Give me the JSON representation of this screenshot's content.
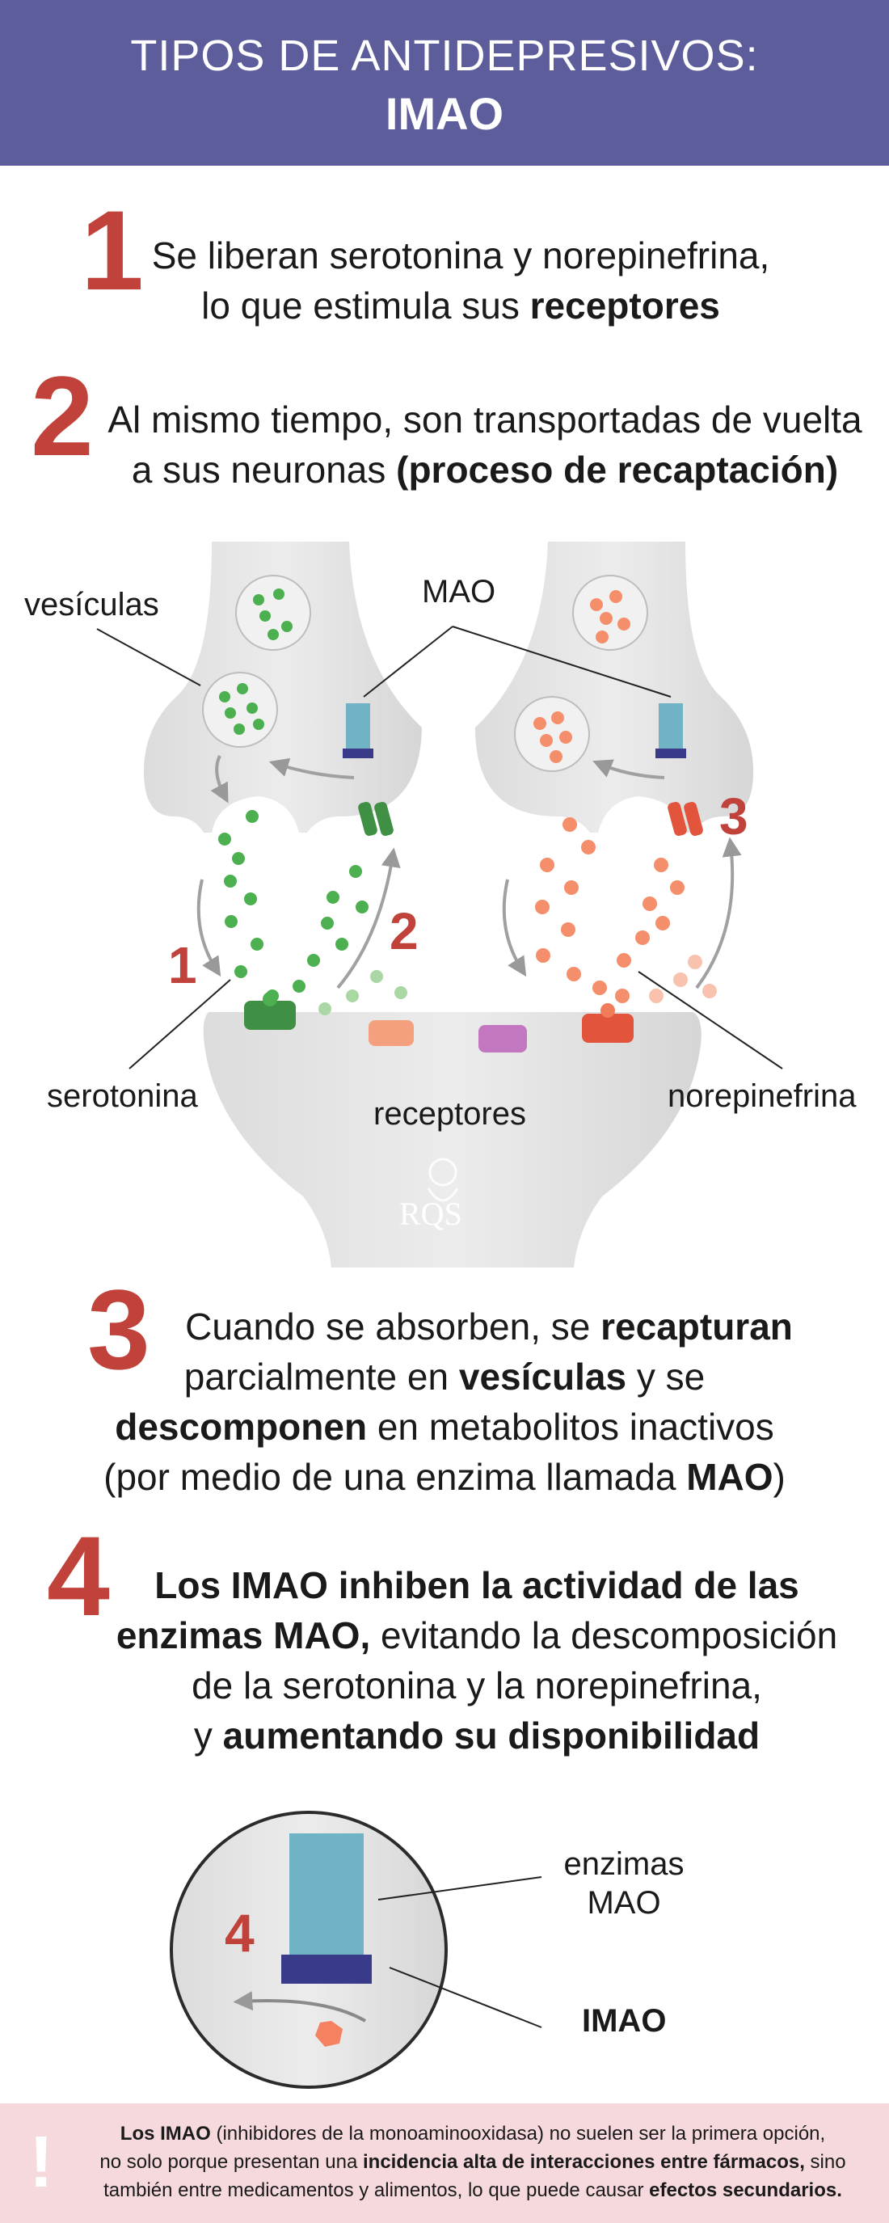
{
  "header": {
    "line1": "TIPOS DE ANTIDEPRESIVOS:",
    "line2": "IMAO"
  },
  "steps": [
    {
      "number": "1",
      "parts": [
        "Se liberan serotonina y norepinefrina,",
        "lo que estimula sus ",
        "receptores"
      ]
    },
    {
      "number": "2",
      "parts": [
        "Al mismo tiempo, son transportadas de vuelta",
        "a sus neuronas ",
        "(proceso de recaptación)"
      ]
    },
    {
      "number": "3",
      "parts": [
        "Cuando se absorben, se ",
        "recapturan",
        "parcialmente en ",
        "vesículas",
        " y se",
        "descomponen",
        " en metabolitos inactivos",
        "(por medio de una enzima llamada ",
        "MAO",
        ")"
      ]
    },
    {
      "number": "4",
      "parts": [
        "Los IMAO inhiben la actividad de las",
        "enzimas MAO,",
        " evitando la descomposición",
        "de la serotonina y la norepinefrina,",
        "y ",
        "aumentando su disponibilidad"
      ]
    }
  ],
  "diagram": {
    "labels": {
      "vesiculas": "vesículas",
      "mao": "MAO",
      "serotonina": "serotonina",
      "receptores": "receptores",
      "norepinefrina": "norepinefrina"
    },
    "markers": [
      "1",
      "2",
      "3"
    ],
    "logo": "RQS"
  },
  "zoom": {
    "marker": "4",
    "enzimas_line1": "enzimas",
    "enzimas_line2": "MAO",
    "imao": "IMAO"
  },
  "note": {
    "bang": "!",
    "b1": "Los IMAO",
    "t1": " (inhibidores de la monoaminooxidasa) no suelen ser la primera opción,",
    "t2": "no solo porque presentan una ",
    "b2": "incidencia alta de interacciones entre fármacos,",
    "t3": " sino",
    "t4": "también entre medicamentos y alimentos, lo que puede causar ",
    "b3": "efectos secundarios."
  },
  "colors": {
    "header": "#5d5d9b",
    "accent": "#c0423a",
    "serotonin": "#4caf50",
    "norepinephrine": "#f07c5a",
    "mao": "#6fb3c4",
    "imao": "#3a3a8a",
    "note_bg": "#f6d9dd"
  }
}
